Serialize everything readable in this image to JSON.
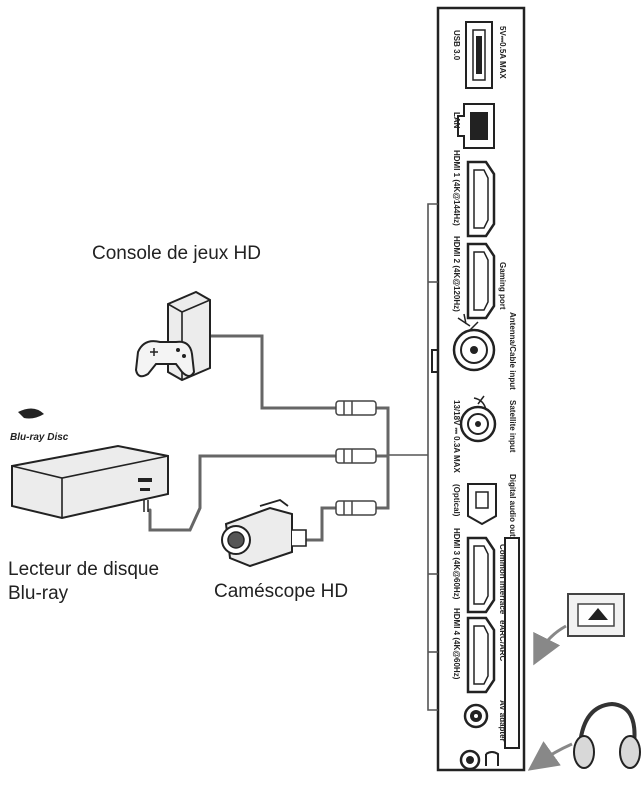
{
  "devices": {
    "console": "Console de jeux HD",
    "bluray_line1": "Lecteur de disque",
    "bluray_line2": "Blu-ray",
    "camcorder": "Caméscope HD",
    "bluray_logo_text": "Blu-ray Disc"
  },
  "ports": {
    "usb": "USB 3.0",
    "usb_power": "5V⎓0.5A MAX",
    "lan": "LAN",
    "hdmi1": "HDMI 1 (4K@144Hz)",
    "hdmi2": "HDMI 2 (4K@120Hz)",
    "gaming_port": "Gaming port",
    "antenna": "Antenna/Cable input",
    "satellite": "Satellite input",
    "satellite_sub": "13/18V ⎓ 0.3A MAX",
    "digital_audio": "Digital audio out",
    "optical": "(Optical)",
    "hdmi3": "HDMI 3 (4K@60Hz)",
    "hdmi4": "HDMI 4 (4K@60Hz)",
    "eARC": "eARC/ARC",
    "common_interface": "Common Interface",
    "av_adapter": "AV adapter"
  },
  "colors": {
    "line": "#555555",
    "panel": "#ffffff",
    "device_fill": "#e9e9e9"
  }
}
